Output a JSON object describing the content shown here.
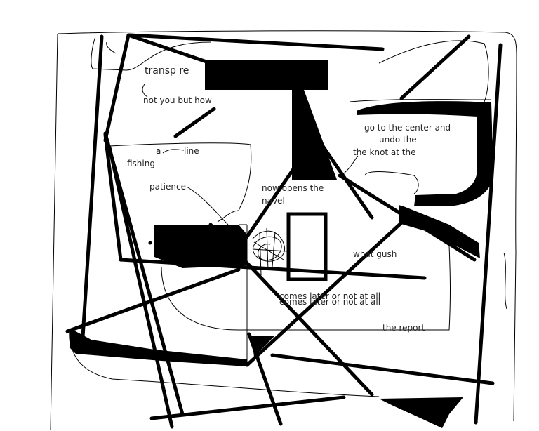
{
  "colors": {
    "ink": "#000000",
    "paper": "#ffffff",
    "text": "#222222"
  },
  "texts": {
    "transp_re": "transp  re",
    "not_you_but_how": "not you but how",
    "a": "a",
    "line": "line",
    "fishing": "fishing",
    "patience": "patience",
    "now_opens_the": "now opens the",
    "navel": "navel",
    "go_to_center": "go to the center and",
    "undo_the": "undo the",
    "knot_at_the": "the knot at the",
    "what_gush": "what gush",
    "comes_later_1": "comes later or not at  all",
    "comes_later_2": "comes later  or not at    all",
    "the_report": "the report"
  }
}
